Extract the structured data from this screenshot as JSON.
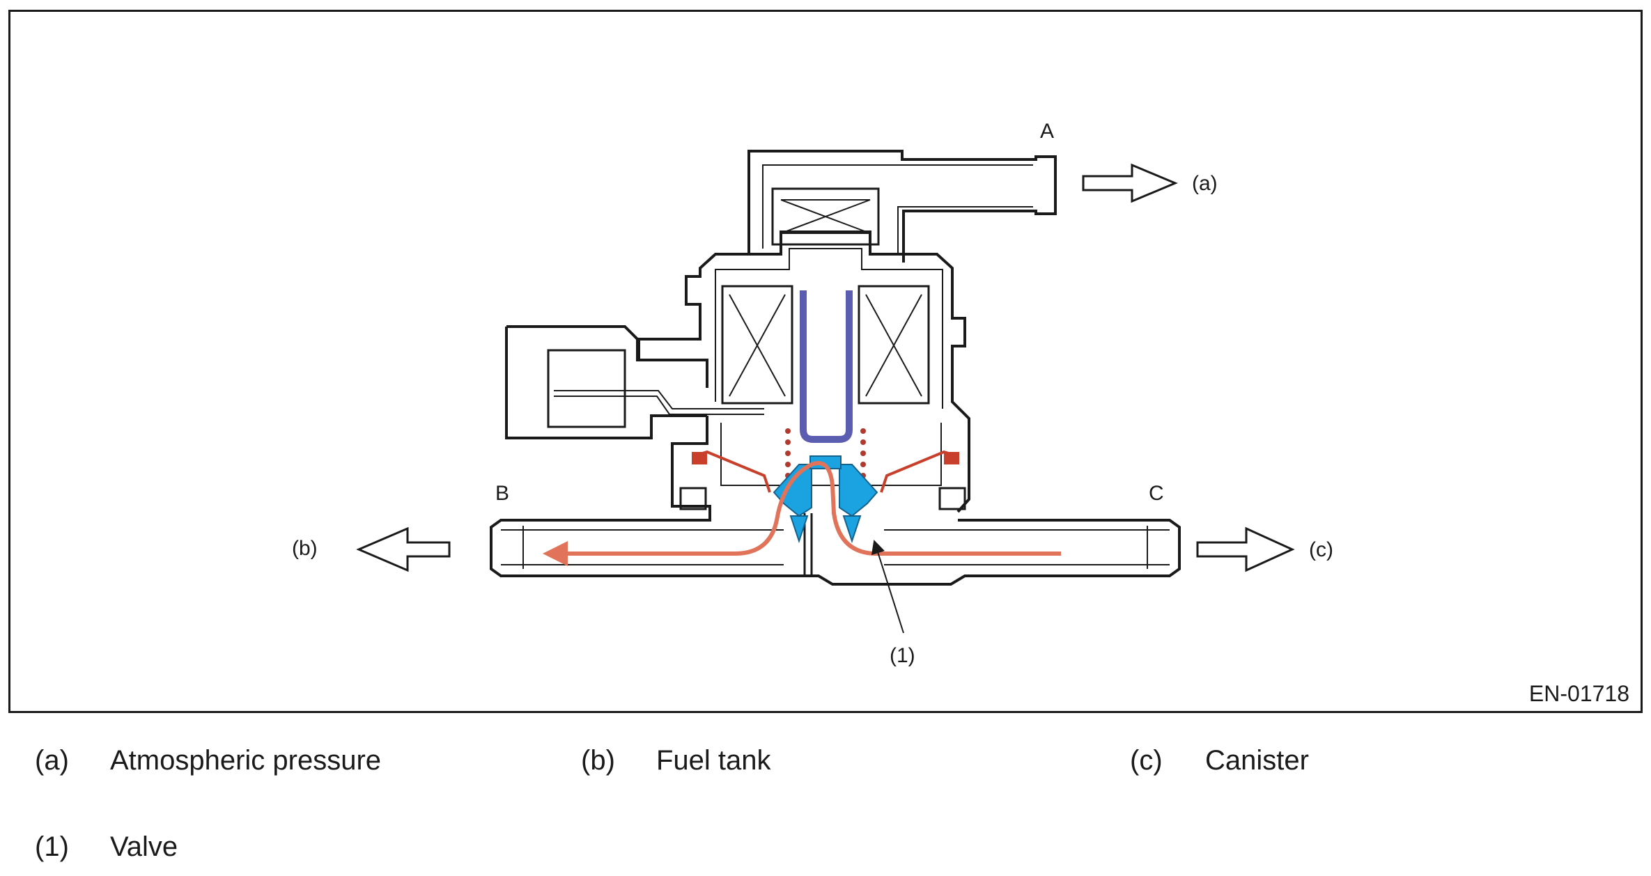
{
  "diagram": {
    "port_labels": {
      "a": "A",
      "b": "B",
      "c": "C"
    },
    "arrow_labels": {
      "a": "(a)",
      "b": "(b)",
      "c": "(c)"
    },
    "callout_label": "(1)",
    "figure_code": "EN-01718",
    "colors": {
      "outline": "#1a1a1a",
      "flow": "#e0735a",
      "valve": "#1aa3e0",
      "plunger": "#5b5eb0",
      "seal": "#c8402c",
      "spring": "#b03a2e"
    }
  },
  "legend": [
    {
      "key": "(a)",
      "text": "Atmospheric pressure"
    },
    {
      "key": "(b)",
      "text": "Fuel tank"
    },
    {
      "key": "(c)",
      "text": "Canister"
    },
    {
      "key": "(1)",
      "text": "Valve"
    }
  ]
}
